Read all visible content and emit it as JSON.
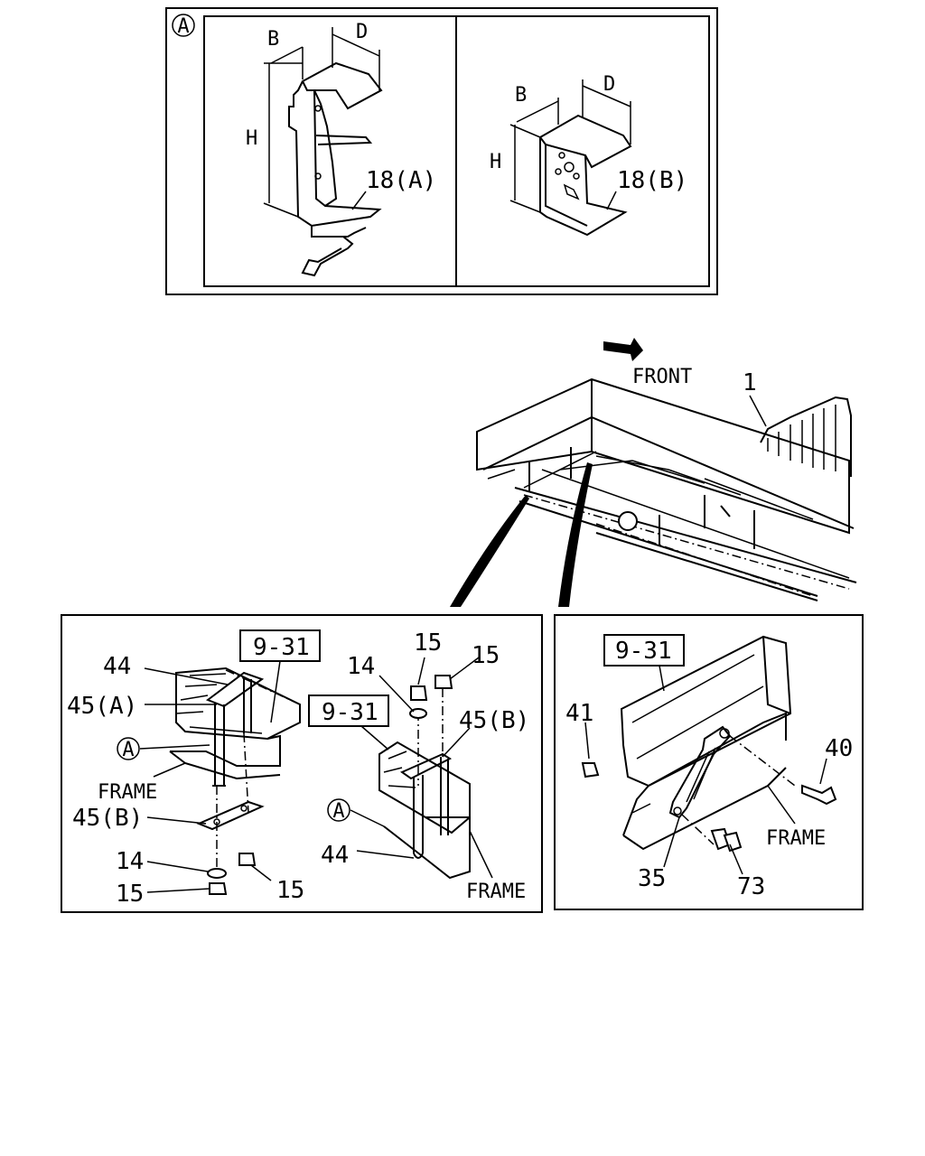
{
  "inset_a": {
    "marker": "A",
    "left": {
      "dim_b": "B",
      "dim_d": "D",
      "dim_h": "H",
      "part": "18(A)"
    },
    "right": {
      "dim_b": "B",
      "dim_d": "D",
      "dim_h": "H",
      "part": "18(B)"
    }
  },
  "overview": {
    "direction": "FRONT",
    "part_1": "1"
  },
  "detail_left": {
    "ref_1": "9-31",
    "ref_2": "9-31",
    "labels": {
      "p44_top": "44",
      "p45a": "45(A)",
      "a_marker_1": "A",
      "frame_1": "FRAME",
      "p45b_left": "45(B)",
      "p14_left": "14",
      "p15_left_bottom": "15",
      "p15_right_bottom": "15",
      "p15_top_1": "15",
      "p15_top_2": "15",
      "p14_top": "14",
      "p45b_right": "45(B)",
      "a_marker_2": "A",
      "p44_bottom": "44",
      "frame_2": "FRAME"
    }
  },
  "detail_right": {
    "ref": "9-31",
    "labels": {
      "p41": "41",
      "p40": "40",
      "frame": "FRAME",
      "p35": "35",
      "p73": "73"
    }
  }
}
